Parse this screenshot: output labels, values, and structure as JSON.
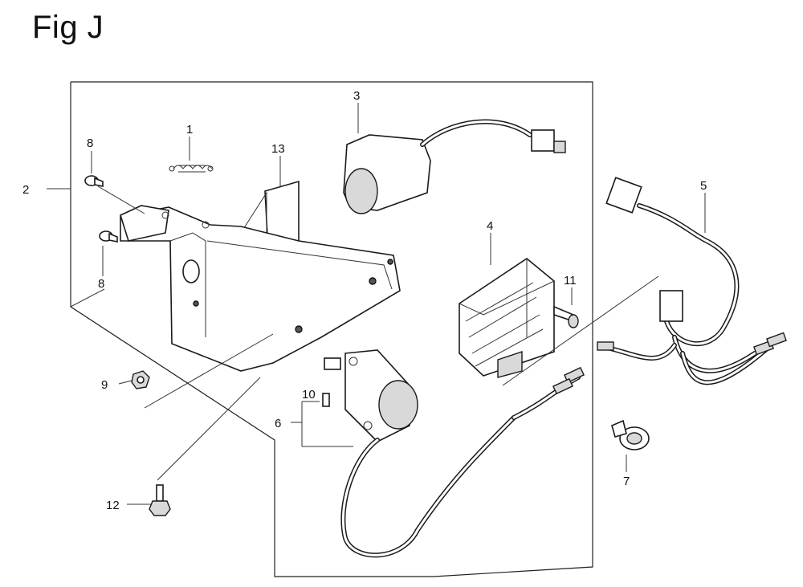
{
  "title": "Fig J",
  "callouts": {
    "c1": "1",
    "c2": "2",
    "c3": "3",
    "c4": "4",
    "c5": "5",
    "c6": "6",
    "c7": "7",
    "c8a": "8",
    "c8b": "8",
    "c9": "9",
    "c10": "10",
    "c11": "11",
    "c12": "12",
    "c13": "13"
  }
}
